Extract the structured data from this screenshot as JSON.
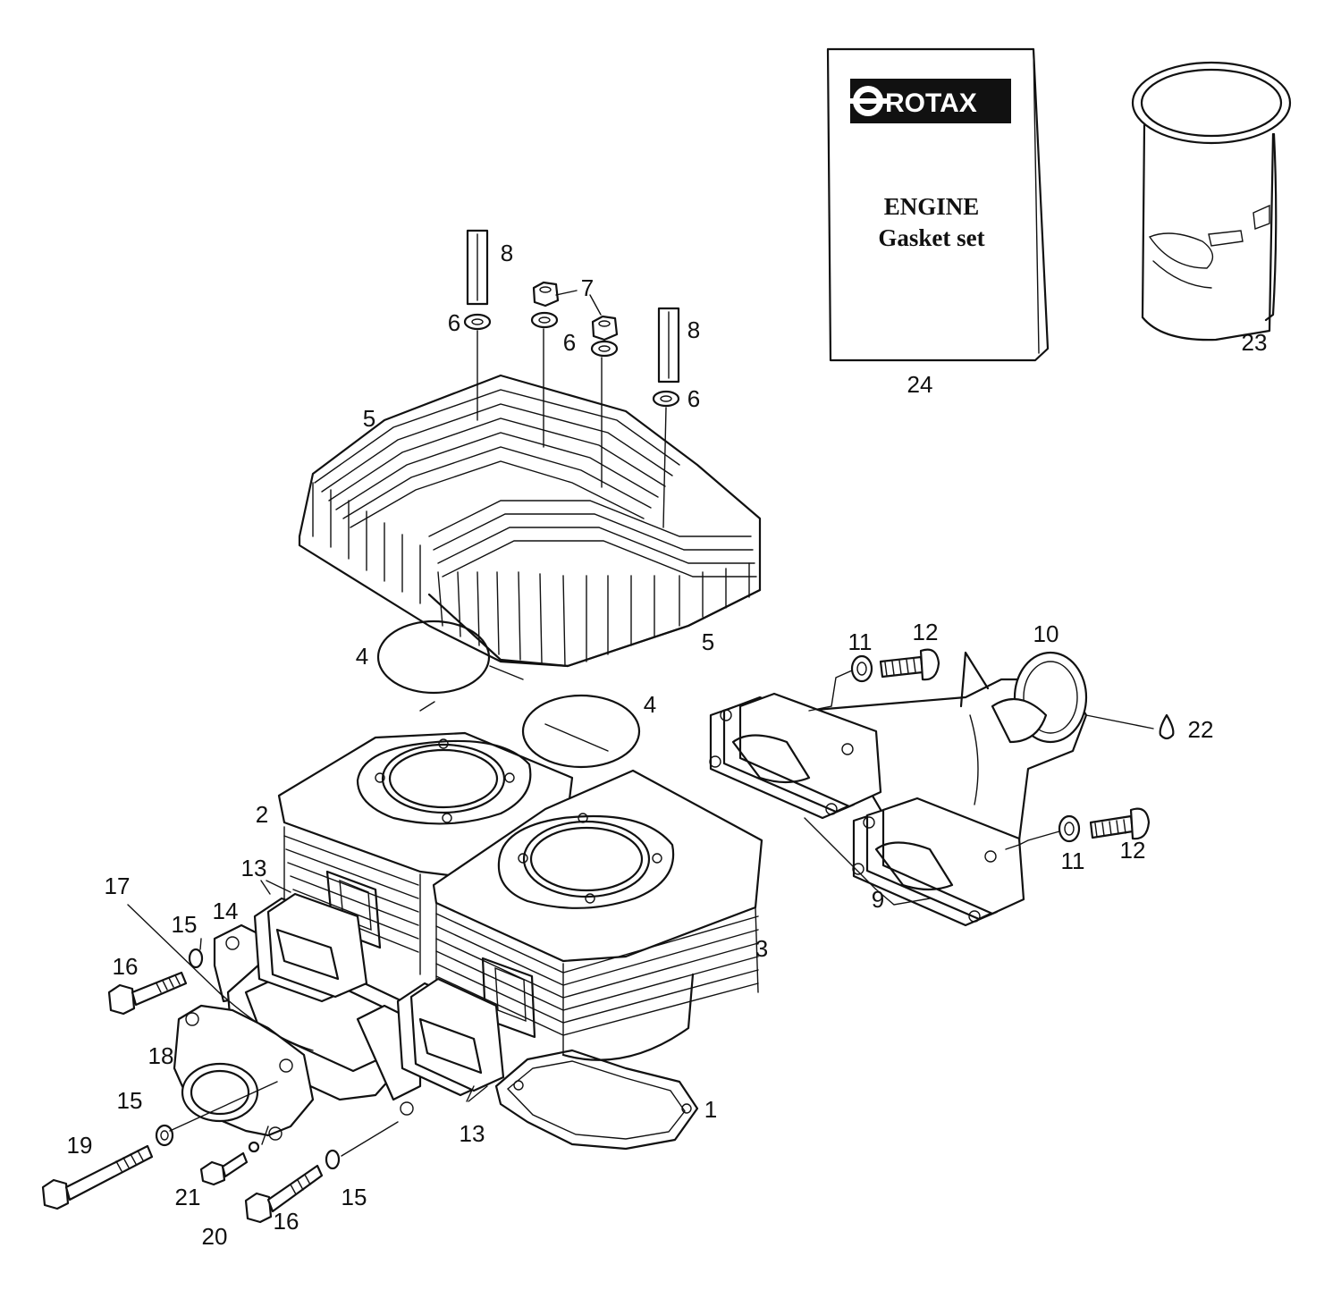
{
  "book": {
    "brand": "ROTAX",
    "title_line1": "ENGINE",
    "title_line2": "Gasket set"
  },
  "callouts": {
    "c1": "1",
    "c2": "2",
    "c3": "3",
    "c4a": "4",
    "c4b": "4",
    "c5a": "5",
    "c5b": "5",
    "c6a": "6",
    "c6b": "6",
    "c6c": "6",
    "c7": "7",
    "c8a": "8",
    "c8b": "8",
    "c9": "9",
    "c10": "10",
    "c11a": "11",
    "c11b": "11",
    "c12a": "12",
    "c12b": "12",
    "c13a": "13",
    "c13b": "13",
    "c14": "14",
    "c15a": "15",
    "c15b": "15",
    "c15c": "15",
    "c16a": "16",
    "c16b": "16",
    "c17": "17",
    "c18": "18",
    "c19": "19",
    "c20": "20",
    "c21": "21",
    "c22": "22",
    "c23": "23",
    "c24": "24"
  }
}
